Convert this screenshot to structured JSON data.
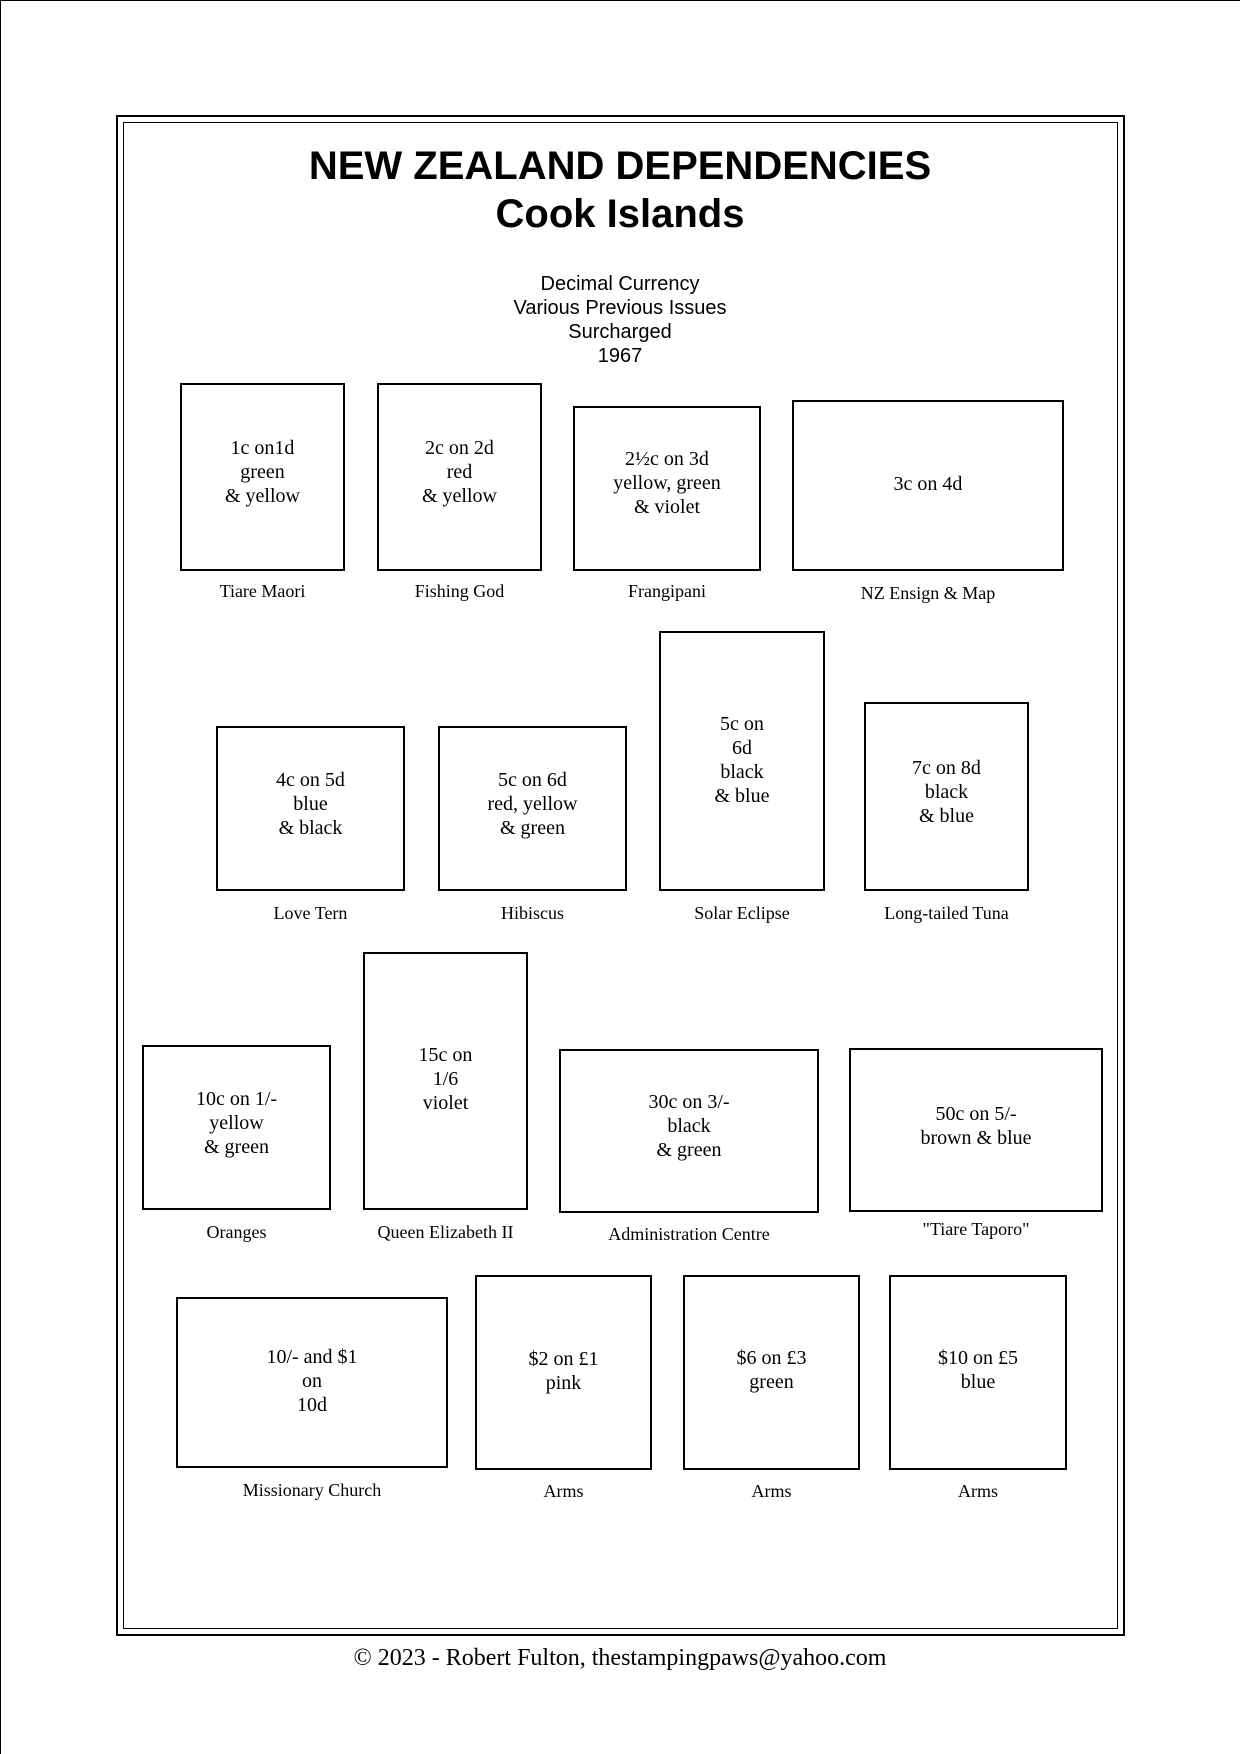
{
  "header": {
    "title": "NEW ZEALAND DEPENDENCIES",
    "subtitle": "Cook Islands"
  },
  "issue_info": {
    "lines": [
      "Decimal Currency",
      "Various Previous Issues",
      "Surcharged",
      "1967"
    ]
  },
  "stamps": [
    {
      "lines": [
        "1c on1d",
        "green",
        "& yellow"
      ],
      "caption": "Tiare Maori"
    },
    {
      "lines": [
        "2c on 2d",
        "red",
        "& yellow"
      ],
      "caption": "Fishing God"
    },
    {
      "lines": [
        "2½c on 3d",
        "yellow, green",
        "& violet"
      ],
      "caption": "Frangipani"
    },
    {
      "lines": [
        "3c on 4d"
      ],
      "caption": "NZ Ensign & Map"
    },
    {
      "lines": [
        "4c on 5d",
        "blue",
        "& black"
      ],
      "caption": "Love Tern"
    },
    {
      "lines": [
        "5c on 6d",
        "red, yellow",
        "& green"
      ],
      "caption": "Hibiscus"
    },
    {
      "lines": [
        "5c on",
        "6d",
        "black",
        "& blue"
      ],
      "caption": "Solar Eclipse"
    },
    {
      "lines": [
        "7c on 8d",
        "black",
        "& blue"
      ],
      "caption": "Long-tailed Tuna"
    },
    {
      "lines": [
        "10c on 1/-",
        "yellow",
        "& green"
      ],
      "caption": "Oranges"
    },
    {
      "lines": [
        "15c on",
        "1/6",
        "violet"
      ],
      "caption": "Queen Elizabeth II"
    },
    {
      "lines": [
        "30c on 3/-",
        "black",
        "& green"
      ],
      "caption": "Administration Centre"
    },
    {
      "lines": [
        "50c on 5/-",
        "brown & blue"
      ],
      "caption": "\"Tiare Taporo\""
    },
    {
      "lines": [
        "10/- and $1",
        "on",
        "10d"
      ],
      "caption": "Missionary Church"
    },
    {
      "lines": [
        "$2 on £1",
        "pink"
      ],
      "caption": "Arms"
    },
    {
      "lines": [
        "$6 on £3",
        "green"
      ],
      "caption": "Arms"
    },
    {
      "lines": [
        "$10 on £5",
        "blue"
      ],
      "caption": "Arms"
    }
  ],
  "footer": {
    "copyright": "© 2023 -  Robert Fulton, thestampingpaws@yahoo.com"
  }
}
